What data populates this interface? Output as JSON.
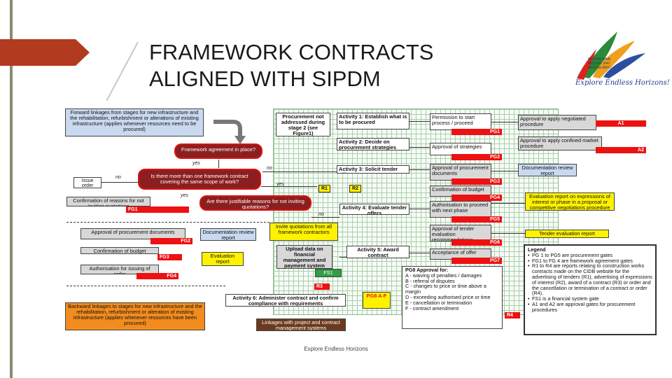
{
  "slide": {
    "title_line1": "FRAMEWORK CONTRACTS",
    "title_line2": "ALIGNED WITH SIPDM",
    "footer": "Explore Endless Horizons"
  },
  "logo": {
    "name_lines": [
      "MOSSELBAAI",
      "MOSSEL BAY",
      "MOSSELBAYI"
    ],
    "slogan": "Explore Endless Horizons!"
  },
  "diagram": {
    "forward_linkages": "Forward linkages from stages for new infrastructure and the rehabilitation, refurbishment or alterations of existing infrastructure (applies whenever resources need to be procured)",
    "procurement_not_addressed": "Procurement not addressed during stage 2 (see Figure1)",
    "q_framework": "Framework agreement in place?",
    "q_more_than_one": "Is there more than one framework contract covering the same scope of work?",
    "q_justifiable": "Are there justifiable reasons for not inviting quotations?",
    "issue_order": "Issue order",
    "confirm_reasons": "Confirmation of reasons for not inviting quotations",
    "approval_docs": "Approval of procurement documents",
    "doc_review_left": "Documentation review report",
    "confirm_budget_left": "Confirmation of budget",
    "evaluation_report": "Evaluation report",
    "authorisation_order": "Authorisation for issuing of order",
    "backward_linkages": "Backward linkages to stages for new infrastructure and the rehabilitation, refurbishment or alteration of existing infrastructure (applies whenever resources have been procured)",
    "invite_quotations": "Invite quotations from all framework contractors",
    "upload_data": "Upload data on financial management and payment system",
    "linkages_systems": "Linkages with project and contract management systems",
    "act1": "Activity 1: Establish what is to be procured",
    "act2": "Activity 2: Decide on procurement strategies",
    "act3": "Activity 3: Solicit tender offers",
    "act4": "Activity 4: Evaluate tender offers",
    "act5": "Activity 5: Award contract",
    "act6": "Activity 6: Administer contract and confirm compliance with requirements",
    "perm_start": "Permission to start process / proceed",
    "approval_strategies": "Approval of strategies",
    "approval_proc_docs": "Approval of procurement documents",
    "confirm_budget": "Confirmation of budget",
    "auth_proceed": "Authorisation to proceed with next phase",
    "approval_tender": "Approval of tender evaluation recommendations",
    "acceptance_offer": "Acceptance of offer",
    "approval_negotiated": "Approval to apply negotiated procedure",
    "approval_confined": "Approval to apply confined market procedure",
    "doc_review_right": "Documentation review report",
    "eval_report_expressions": "Evaluation report on expressions of interest or phase in a proposal or competitive negotiations procedure",
    "tender_eval_report": "Tender evaluation report",
    "pg8_title": "PG8 Approval for:",
    "pg8_items": [
      "A - waiving of penalties / damages",
      "B - referral of disputes",
      "C - changes to price or time above a margin",
      "D - exceeding authorised price or time",
      "E - cancellation or termination",
      "F - contract amendment"
    ],
    "tags": {
      "pg1": "PG1",
      "pg2": "PG2",
      "pg3": "PG3",
      "pg4": "PG4",
      "pg5": "PG5",
      "pg6": "PG6",
      "pg7": "PG7",
      "pg8": "PG8 A-F",
      "fg1": "FG1",
      "fg2": "FG2",
      "fg3": "FG3",
      "fg4": "FG4",
      "fs1": "FS1",
      "r1": "R1",
      "r2": "R2",
      "r3": "R3",
      "r4": "R4",
      "a1": "A1",
      "a2": "A2"
    },
    "labels": {
      "yes": "yes",
      "no": "no"
    },
    "legend_title": "Legend",
    "legend_items": [
      "PG 1 to PG5 are procurement gates",
      "FG1 to FG 4 are framework agreement gates",
      "R1 to R4 are reports relating to construction works contracts made on the CIDB website for the advertising of tenders (R1), advertising of expressions of interest (R2), award of a contract (R3) or order and the cancellation or termination of a contract or order (R4).",
      "FS1 is a financial system gate",
      "A1 and A2 are approval gates for procurement procedures"
    ]
  }
}
